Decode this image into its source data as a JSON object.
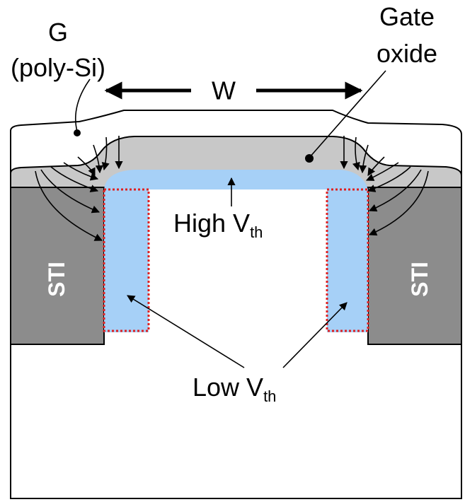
{
  "labels": {
    "gate_line1": "G",
    "gate_line2": "(poly-Si)",
    "gate_oxide_line1": "Gate",
    "gate_oxide_line2": "oxide",
    "width": "W",
    "high_vth_main": "High V",
    "high_vth_sub": "th",
    "low_vth_main": "Low V",
    "low_vth_sub": "th",
    "sti_left": "STI",
    "sti_right": "STI"
  },
  "colors": {
    "substrate": "#ffffff",
    "sti": "#8c8c8c",
    "gate_oxide": "#c8c8c8",
    "poly_si": "#ffffff",
    "channel": "#a6d0f7",
    "low_vth_outline": "#e02020",
    "outline": "#000000"
  }
}
